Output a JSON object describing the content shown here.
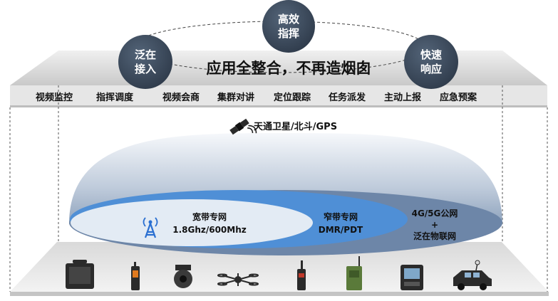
{
  "top_banner": {
    "slogan": "应用全整合，不再造烟囱",
    "badges": [
      {
        "line1": "泛在",
        "line2": "接入"
      },
      {
        "line1": "高效",
        "line2": "指挥"
      },
      {
        "line1": "快速",
        "line2": "响应"
      }
    ]
  },
  "capabilities": [
    "视频监控",
    "指挥调度",
    "视频会商",
    "集群对讲",
    "定位跟踪",
    "任务派发",
    "主动上报",
    "应急预案"
  ],
  "network": {
    "satellite_label": "天通卫星/北斗/GPS",
    "broadband_title": "宽带专网",
    "broadband_freq": "1.8Ghz/600Mhz",
    "narrowband_title": "窄带专网",
    "narrowband_sub": "DMR/PDT",
    "public_line1": "4G/5G公网",
    "public_line2": "+",
    "public_line3": "泛在物联网"
  },
  "devices": [
    "portable-case-device-icon",
    "rugged-phone-icon",
    "dome-camera-icon",
    "drone-icon",
    "handheld-radio-icon",
    "manpack-radio-icon",
    "rugged-terminal-icon",
    "command-vehicle-icon"
  ],
  "colors": {
    "badge": "#3b4a5e",
    "dome_top": "#f4f7fb",
    "dome_bottom": "#8fa5bf",
    "public_ellipse": "#6d86a8",
    "narrow_ellipse": "#4f8fd6",
    "broad_ellipse": "#e3ebf4",
    "antenna": "#2a6fd1"
  }
}
